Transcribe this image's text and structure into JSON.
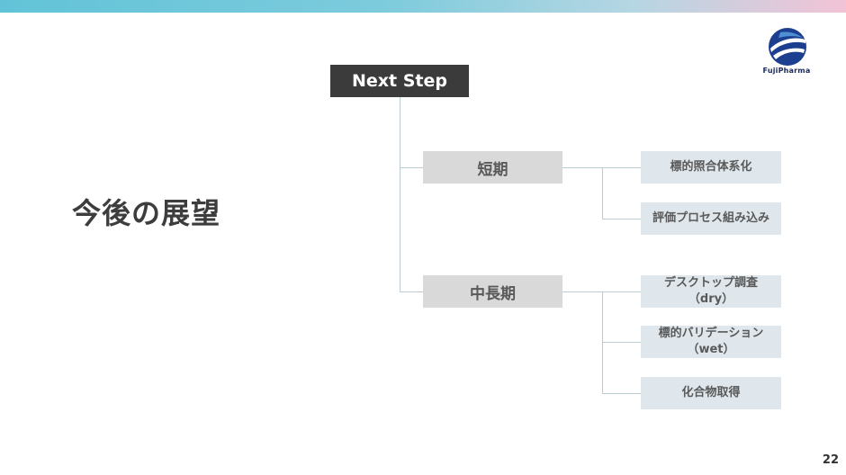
{
  "slide": {
    "title": "今後の展望",
    "page_number": "22"
  },
  "logo": {
    "text": "FujiPharma"
  },
  "diagram": {
    "root": "Next Step",
    "branches": [
      {
        "label": "短期",
        "children": [
          {
            "line1": "標的照合体系化",
            "line2": ""
          },
          {
            "line1": "評価プロセス組み込み",
            "line2": ""
          }
        ]
      },
      {
        "label": "中長期",
        "children": [
          {
            "line1": "デスクトップ調査",
            "line2": "（dry）"
          },
          {
            "line1": "標的バリデーション",
            "line2": "（wet）"
          },
          {
            "line1": "化合物取得",
            "line2": ""
          }
        ]
      }
    ]
  },
  "colors": {
    "header_gradient": [
      "#62c3d8",
      "#b6d6e3",
      "#f2c3d6"
    ],
    "root_fill": "#3b3b3b",
    "branch_fill": "#d9d9d9",
    "leaf_fill": "#dfe7ec",
    "connector": "#b9cbd3"
  }
}
